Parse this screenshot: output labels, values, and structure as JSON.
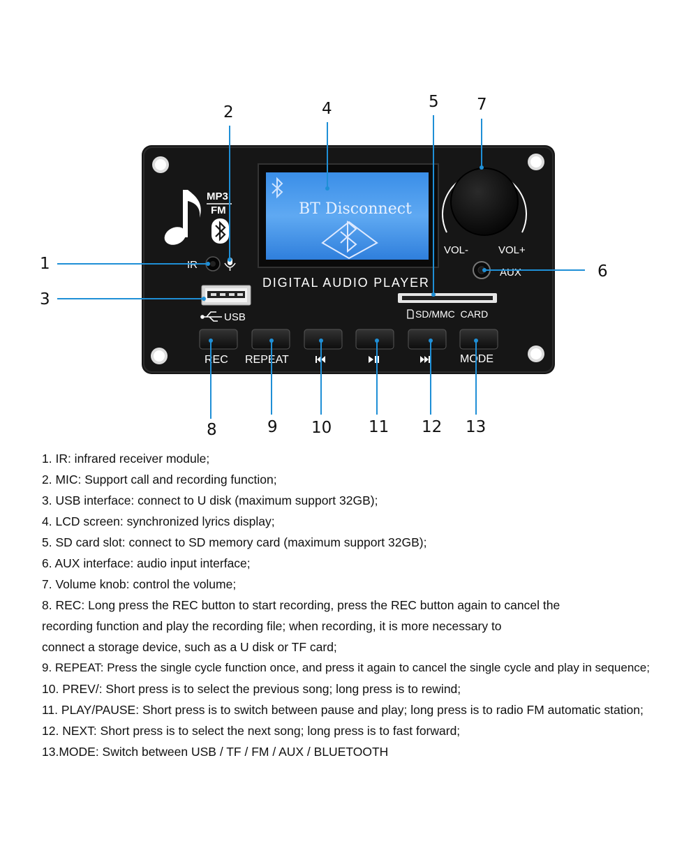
{
  "board": {
    "logo_mp3": "MP3",
    "logo_fm": "FM",
    "lcd_text": "BT Disconnect",
    "product_label": "DIGITAL AUDIO PLAYER",
    "ir_label": "IR",
    "usb_label": "USB",
    "sd_label": "SD/MMC  CARD",
    "vol_minus": "VOL-",
    "vol_plus": "VOL+",
    "aux_label": "AUX",
    "buttons": {
      "rec": "REC",
      "repeat": "REPEAT",
      "prev": "⏮",
      "play": "⏯",
      "next": "⏭",
      "mode": "MODE"
    }
  },
  "callouts": [
    "1",
    "2",
    "3",
    "4",
    "5",
    "6",
    "7",
    "8",
    "9",
    "10",
    "11",
    "12",
    "13"
  ],
  "accent": "#1f8fd6",
  "descriptions": [
    "1. IR: infrared receiver module;",
    "2. MIC: Support call and recording function;",
    "3. USB interface: connect to U disk (maximum support 32GB);",
    "4. LCD screen: synchronized lyrics display;",
    "5. SD card slot: connect to SD memory card (maximum support 32GB);",
    "6. AUX interface: audio input interface;",
    "7. Volume knob: control the volume;",
    "8. REC: Long press the REC button to start recording, press the REC button again to cancel the",
    "recording function and play the recording file; when recording, it is more necessary to",
    "connect a storage device, such as a U disk or TF card;",
    "9. REPEAT: Press the single cycle function once, and press it again to cancel the single cycle and play in sequence;",
    "10. PREV/: Short press is to select the previous song; long press is to rewind;",
    "11. PLAY/PAUSE: Short press is to switch between pause and play; long press is to radio FM automatic station;",
    "12. NEXT: Short press is to select the next song; long press is to fast forward;",
    "13.MODE: Switch between USB / TF / FM / AUX / BLUETOOTH"
  ]
}
